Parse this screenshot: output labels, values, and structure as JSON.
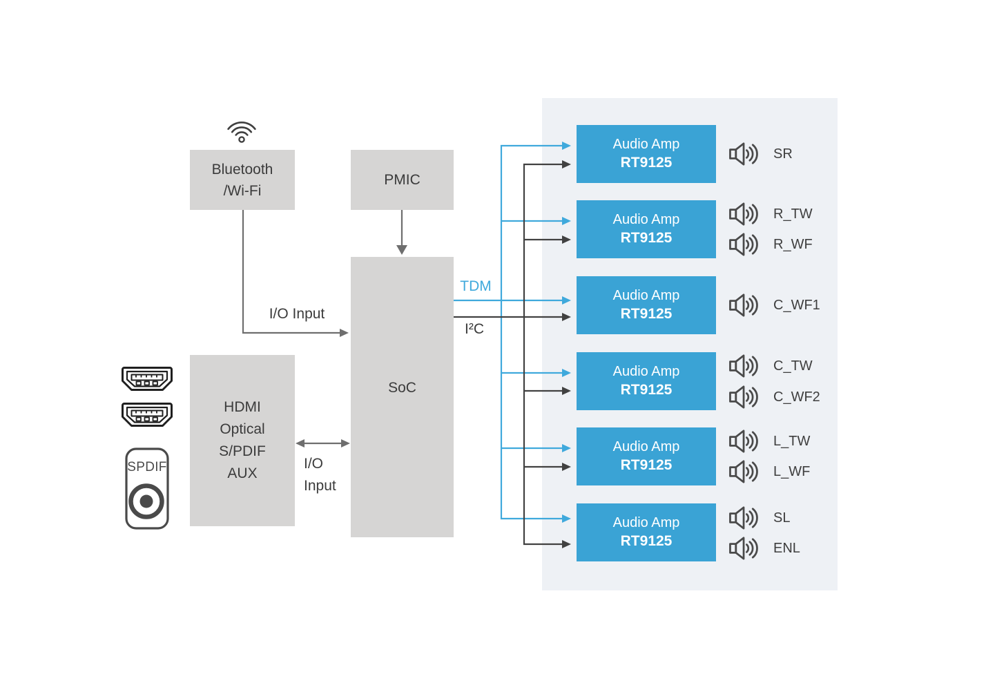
{
  "diagram": {
    "blocks": {
      "bluetooth": {
        "line1": "Bluetooth",
        "line2": "/Wi-Fi"
      },
      "pmic": {
        "label": "PMIC"
      },
      "soc": {
        "label": "SoC"
      },
      "source": {
        "lines": [
          "HDMI",
          "Optical",
          "S/PDIF",
          "AUX"
        ]
      }
    },
    "labels": {
      "io_input_top": "I/O Input",
      "io_side_line1": "I/O",
      "io_side_line2": "Input",
      "tdm": "TDM",
      "i2c": "I²C",
      "spdif": "SPDIF"
    },
    "amps": [
      {
        "title": "Audio Amp",
        "part": "RT9125"
      },
      {
        "title": "Audio Amp",
        "part": "RT9125"
      },
      {
        "title": "Audio Amp",
        "part": "RT9125"
      },
      {
        "title": "Audio Amp",
        "part": "RT9125"
      },
      {
        "title": "Audio Amp",
        "part": "RT9125"
      },
      {
        "title": "Audio Amp",
        "part": "RT9125"
      }
    ],
    "speakers": [
      "SR",
      "R_TW",
      "R_WF",
      "C_WF1",
      "C_TW",
      "C_WF2",
      "L_TW",
      "L_WF",
      "SL",
      "ENL"
    ],
    "colors": {
      "amp_blue": "#3AA3D5",
      "wire_blue": "#3FA9DC",
      "wire_gray": "#6E6E6E",
      "wire_dark": "#414141",
      "panel_bg": "#EEF1F5",
      "block_gray": "#D6D5D4",
      "ink": "#3B3B3B"
    }
  }
}
